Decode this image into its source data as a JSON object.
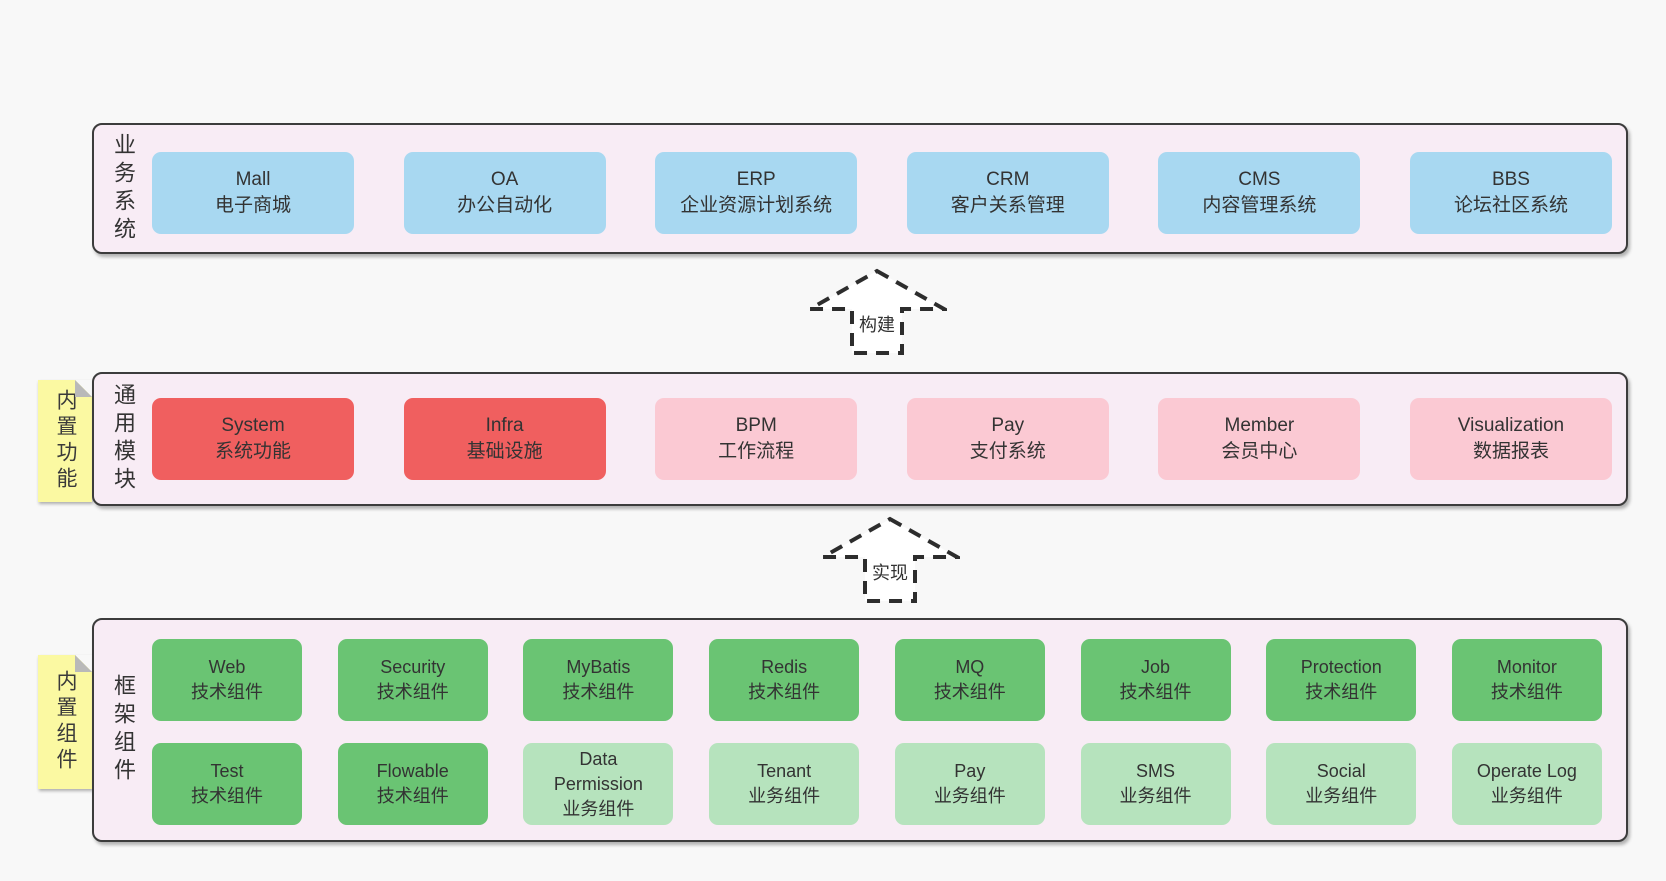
{
  "colors": {
    "page_bg": "#f8f8f8",
    "section_bg": "#f8ecf5",
    "section_border": "#3c3c3c",
    "blue": "#a8d8f1",
    "red": "#f05f5f",
    "pink": "#fbc9d3",
    "green": "#6ac473",
    "light_green": "#b6e3bd",
    "tag_yellow": "#fbf9a2",
    "text": "#333333"
  },
  "sections": {
    "business": {
      "side_label": "业务系统",
      "boxes": [
        {
          "name": "mall",
          "title": "Mall",
          "subtitle": "电子商城",
          "variant": "blue"
        },
        {
          "name": "oa",
          "title": "OA",
          "subtitle": "办公自动化",
          "variant": "blue"
        },
        {
          "name": "erp",
          "title": "ERP",
          "subtitle": "企业资源计划系统",
          "variant": "blue"
        },
        {
          "name": "crm",
          "title": "CRM",
          "subtitle": "客户关系管理",
          "variant": "blue"
        },
        {
          "name": "cms",
          "title": "CMS",
          "subtitle": "内容管理系统",
          "variant": "blue"
        },
        {
          "name": "bbs",
          "title": "BBS",
          "subtitle": "论坛社区系统",
          "variant": "blue"
        }
      ]
    },
    "modules": {
      "side_label": "通用模块",
      "sticky_tag": "内置功能",
      "boxes": [
        {
          "name": "system",
          "title": "System",
          "subtitle": "系统功能",
          "variant": "red"
        },
        {
          "name": "infra",
          "title": "Infra",
          "subtitle": "基础设施",
          "variant": "red"
        },
        {
          "name": "bpm",
          "title": "BPM",
          "subtitle": "工作流程",
          "variant": "pink"
        },
        {
          "name": "pay",
          "title": "Pay",
          "subtitle": "支付系统",
          "variant": "pink"
        },
        {
          "name": "member",
          "title": "Member",
          "subtitle": "会员中心",
          "variant": "pink"
        },
        {
          "name": "visualization",
          "title": "Visualization",
          "subtitle": "数据报表",
          "variant": "pink"
        }
      ]
    },
    "framework": {
      "side_label": "框架组件",
      "sticky_tag": "内置组件",
      "rows": [
        [
          {
            "name": "web",
            "title": "Web",
            "subtitle": "技术组件",
            "variant": "green"
          },
          {
            "name": "security",
            "title": "Security",
            "subtitle": "技术组件",
            "variant": "green"
          },
          {
            "name": "mybatis",
            "title": "MyBatis",
            "subtitle": "技术组件",
            "variant": "green"
          },
          {
            "name": "redis",
            "title": "Redis",
            "subtitle": "技术组件",
            "variant": "green"
          },
          {
            "name": "mq",
            "title": "MQ",
            "subtitle": "技术组件",
            "variant": "green"
          },
          {
            "name": "job",
            "title": "Job",
            "subtitle": "技术组件",
            "variant": "green"
          },
          {
            "name": "protection",
            "title": "Protection",
            "subtitle": "技术组件",
            "variant": "green"
          },
          {
            "name": "monitor",
            "title": "Monitor",
            "subtitle": "技术组件",
            "variant": "green"
          }
        ],
        [
          {
            "name": "test",
            "title": "Test",
            "subtitle": "技术组件",
            "variant": "green"
          },
          {
            "name": "flowable",
            "title": "Flowable",
            "subtitle": "技术组件",
            "variant": "green"
          },
          {
            "name": "data-permission",
            "title": "Data\nPermission",
            "subtitle": "业务组件",
            "variant": "lightgreen"
          },
          {
            "name": "tenant",
            "title": "Tenant",
            "subtitle": "业务组件",
            "variant": "lightgreen"
          },
          {
            "name": "pay-component",
            "title": "Pay",
            "subtitle": "业务组件",
            "variant": "lightgreen"
          },
          {
            "name": "sms",
            "title": "SMS",
            "subtitle": "业务组件",
            "variant": "lightgreen"
          },
          {
            "name": "social",
            "title": "Social",
            "subtitle": "业务组件",
            "variant": "lightgreen"
          },
          {
            "name": "operate-log",
            "title": "Operate Log",
            "subtitle": "业务组件",
            "variant": "lightgreen"
          }
        ]
      ]
    }
  },
  "arrows": [
    {
      "label": "构建"
    },
    {
      "label": "实现"
    }
  ]
}
